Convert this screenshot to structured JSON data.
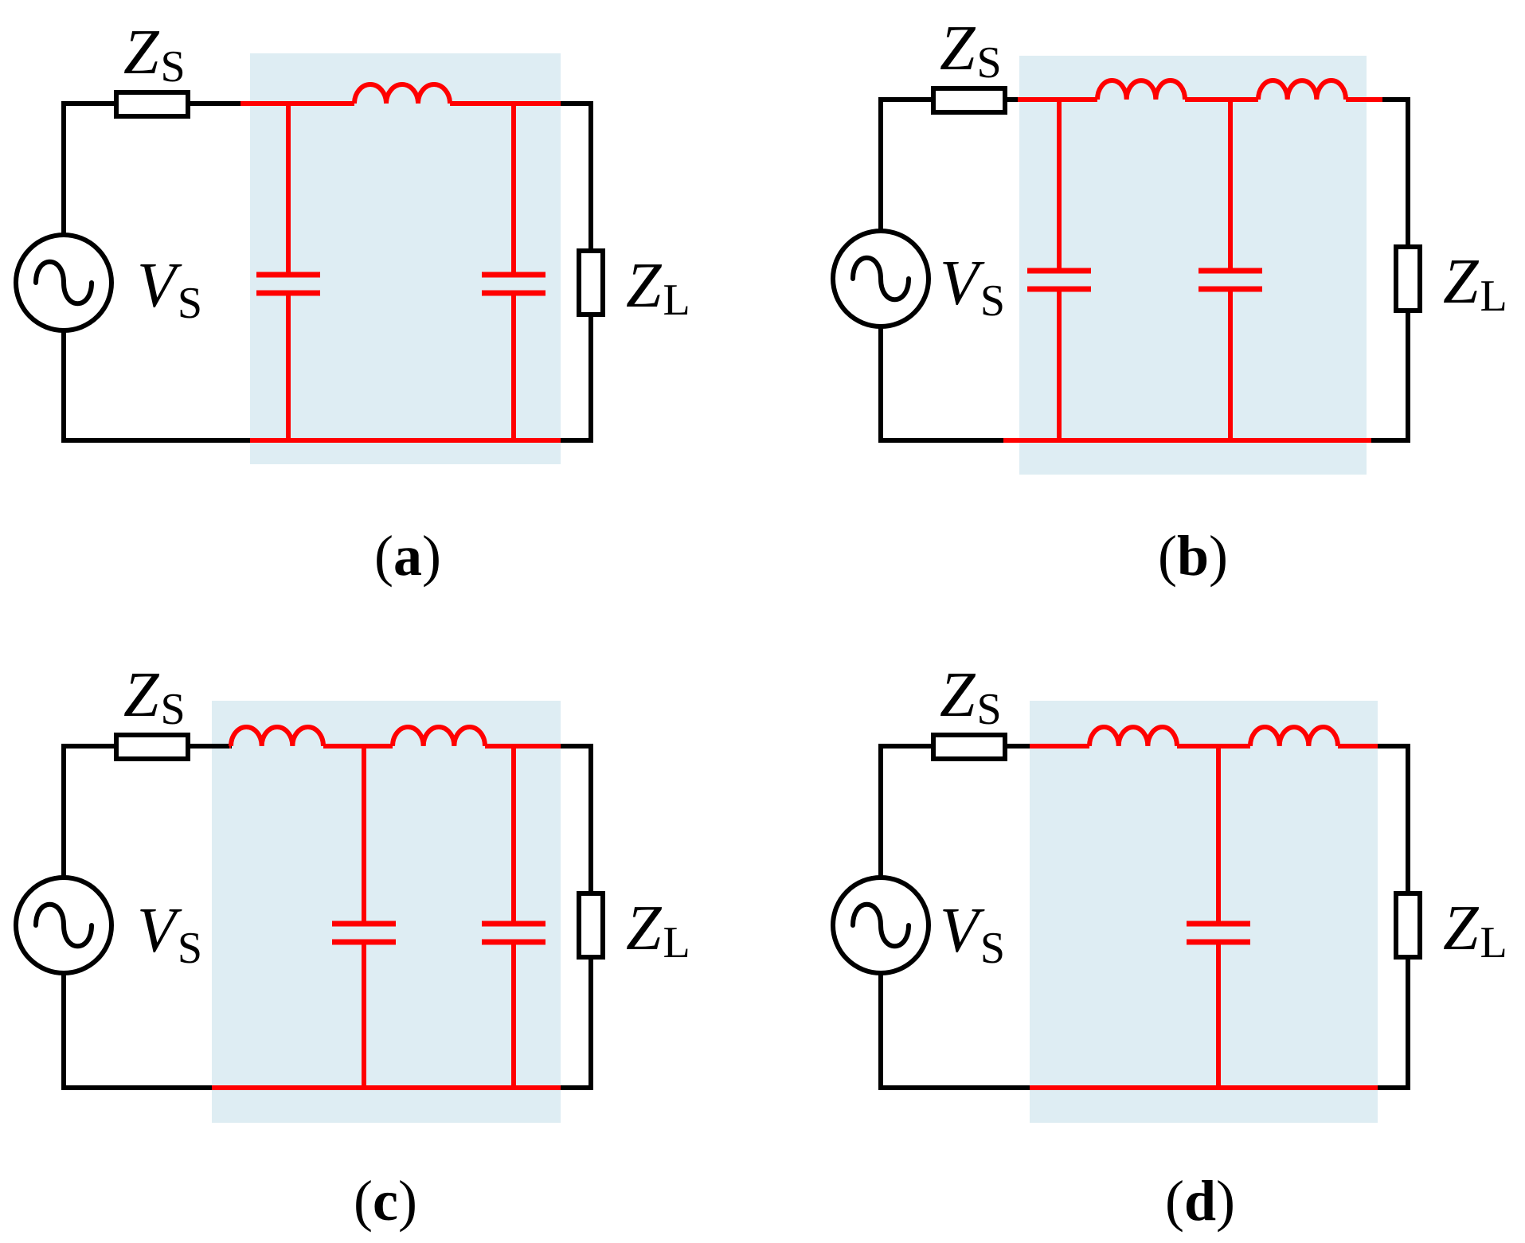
{
  "colors": {
    "filter_highlight": "#ff0000",
    "filter_background": "#deedf3",
    "circuit_wire": "#000000"
  },
  "icons": {
    "source": "ac-voltage-source-icon",
    "resistor": "impedance-box-icon",
    "inductor": "inductor-coil-icon",
    "capacitor": "capacitor-icon"
  },
  "labels": {
    "source_impedance": {
      "main": "Z",
      "sub": "S"
    },
    "source_voltage": {
      "main": "V",
      "sub": "S"
    },
    "load_impedance": {
      "main": "Z",
      "sub": "L"
    }
  },
  "panels": [
    {
      "id": "a",
      "caption": {
        "open": "(",
        "letter": "a",
        "close": ")"
      },
      "topology": "pi",
      "series_inductors": 1,
      "shunt_capacitors": 2
    },
    {
      "id": "b",
      "caption": {
        "open": "(",
        "letter": "b",
        "close": ")"
      },
      "topology": "c-l-c-l",
      "series_inductors": 2,
      "shunt_capacitors": 2
    },
    {
      "id": "c",
      "caption": {
        "open": "(",
        "letter": "c",
        "close": ")"
      },
      "topology": "l-c-l-c",
      "series_inductors": 2,
      "shunt_capacitors": 2
    },
    {
      "id": "d",
      "caption": {
        "open": "(",
        "letter": "d",
        "close": ")"
      },
      "topology": "t",
      "series_inductors": 2,
      "shunt_capacitors": 1
    }
  ]
}
